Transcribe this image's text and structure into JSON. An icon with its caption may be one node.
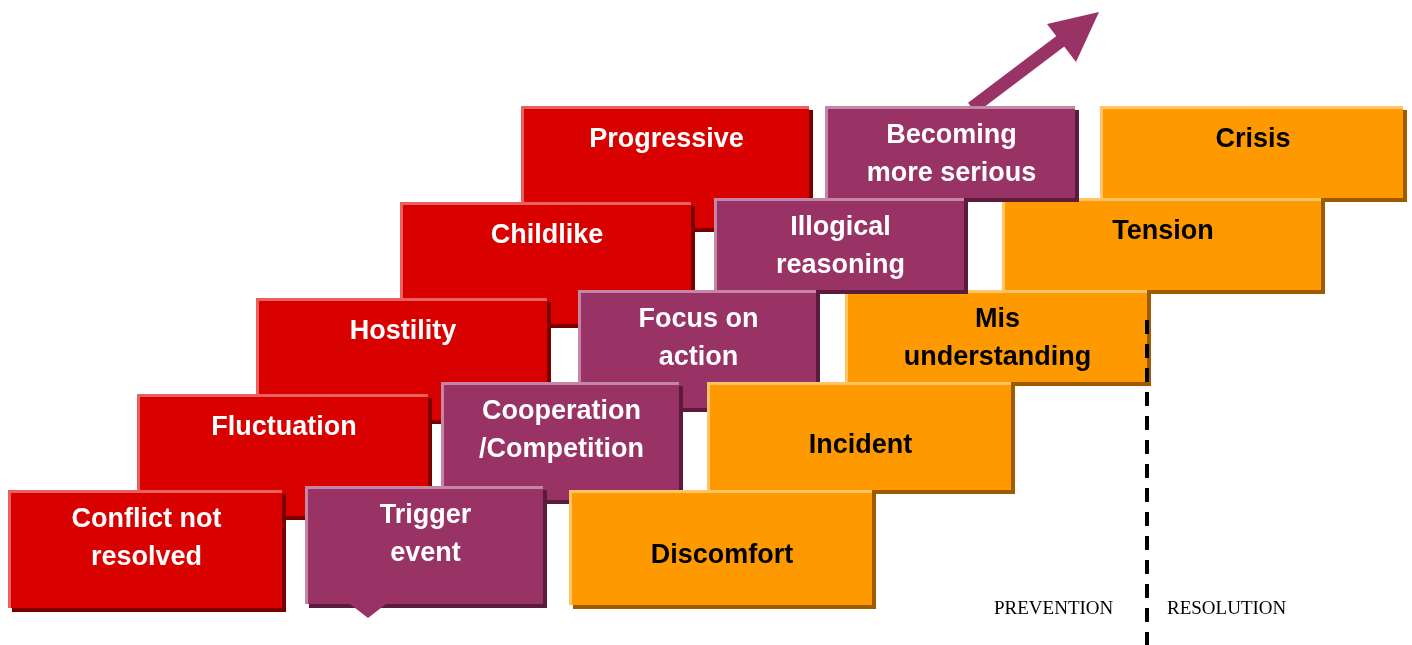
{
  "diagram": {
    "nodes": [
      {
        "text": [
          "Progressive"
        ]
      },
      {
        "text": [
          "Becoming more serious"
        ]
      },
      {
        "text": [
          "Crisis"
        ]
      },
      {
        "text": [
          "Childlike"
        ]
      },
      {
        "text": [
          "Illogical reasoning"
        ]
      },
      {
        "text": [
          "Tension"
        ]
      },
      {
        "text": [
          "Hostility"
        ]
      },
      {
        "text": [
          "Focus on action"
        ]
      },
      {
        "text": [
          "Mis understanding"
        ]
      },
      {
        "text": [
          "Fluctuation"
        ]
      },
      {
        "text": [
          "Cooperation /Competition"
        ]
      },
      {
        "text": [
          "Incident"
        ]
      },
      {
        "text": [
          "Conflict not resolved"
        ]
      },
      {
        "text": [
          "Trigger event"
        ]
      },
      {
        "text": [
          "Discomfort"
        ]
      }
    ],
    "labels": [
      "PREVENTION",
      "RESOLUTION"
    ]
  }
}
